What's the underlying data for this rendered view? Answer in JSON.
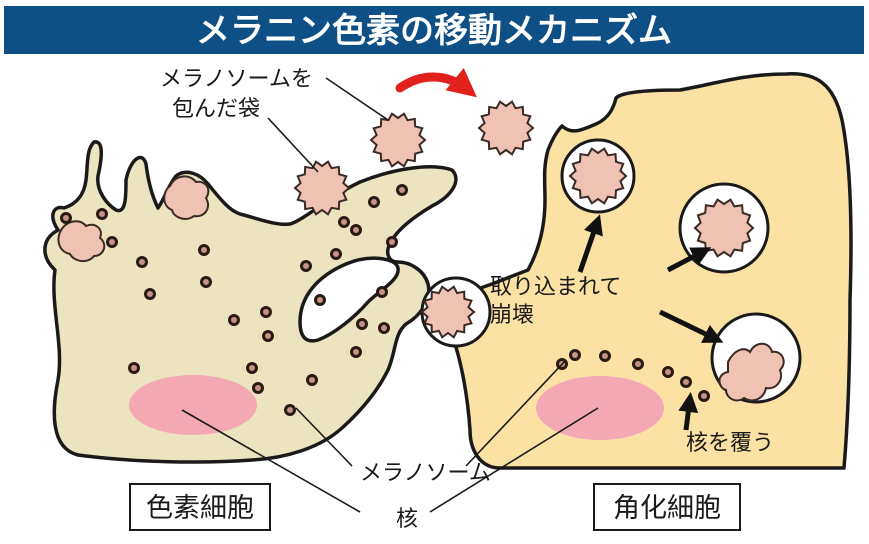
{
  "title": "メラニン色素の移動メカニズム",
  "labels": {
    "vesicle_line1": "メラノソームを",
    "vesicle_line2": "包んだ袋",
    "absorbed_line1": "取り込まれて",
    "absorbed_line2": "崩壊",
    "cover_nucleus": "核を覆う",
    "melanosome": "メラノソーム",
    "nucleus": "核"
  },
  "boxes": {
    "melanocyte": "色素細胞",
    "keratinocyte": "角化細胞"
  },
  "colors": {
    "header": "#0e4f86",
    "melanocyte_fill": "#ece3bf",
    "keratinocyte_fill": "#fbe2a4",
    "nucleus": "#f3a8b4",
    "vesicle": "#f0c2b4",
    "transfer_arrow": "#e3211c"
  }
}
